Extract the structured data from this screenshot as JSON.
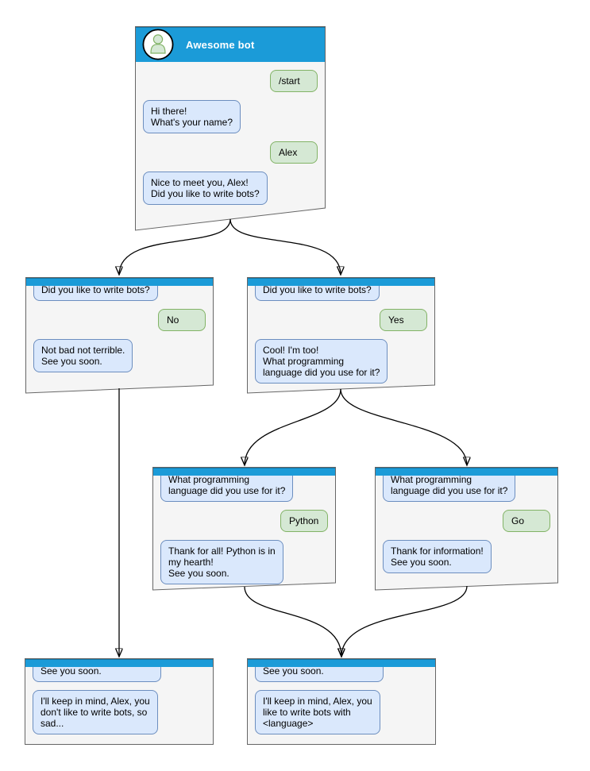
{
  "colors": {
    "header_blue": "#1b9bd8",
    "window_fill": "#f5f5f5",
    "window_border": "#666666",
    "bubble_in_fill": "#dae8fc",
    "bubble_in_border": "#6c8ebf",
    "bubble_out_fill": "#d5e8d4",
    "bubble_out_border": "#82b366",
    "title_color": "#ffffff",
    "text_color": "#000000",
    "connector_color": "#000000"
  },
  "windows": {
    "start": {
      "title": "Awesome bot",
      "avatar_icon": "person-icon",
      "messages": [
        "/start",
        "Hi there!\nWhat's your name?",
        "Alex",
        "Nice to meet you, Alex!\nDid you like to write bots?"
      ]
    },
    "branch_no": {
      "messages": [
        "Did you like to write bots?",
        "No",
        "Not bad not terrible.\nSee you soon."
      ]
    },
    "branch_yes": {
      "messages": [
        "Did you like to write bots?",
        "Yes",
        "Cool! I'm too!\nWhat programming\nlanguage did you use for it?"
      ]
    },
    "python": {
      "messages": [
        "What programming\nlanguage did you use for it?",
        "Python",
        "Thank for all! Python is in\nmy hearth!\nSee you soon."
      ]
    },
    "go": {
      "messages": [
        "What programming\nlanguage did you use for it?",
        "Go",
        "Thank for information!\nSee you soon."
      ]
    },
    "end_no": {
      "messages": [
        "See you soon.",
        "I'll keep in mind, Alex, you\ndon't like to write bots, so\nsad..."
      ]
    },
    "end_yes": {
      "messages": [
        "See you soon.",
        "I'll keep in mind, Alex, you\nlike to write bots with\n<language>"
      ]
    }
  }
}
